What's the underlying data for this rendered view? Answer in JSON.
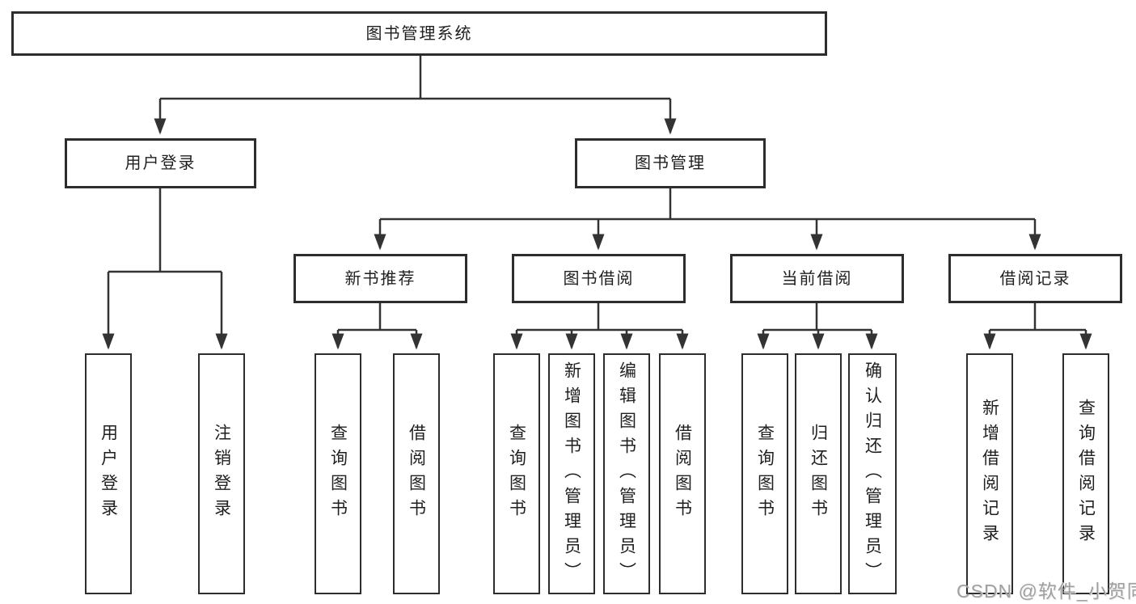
{
  "diagram": {
    "root": {
      "label": "图书管理系统"
    },
    "level2": [
      {
        "label": "用户登录"
      },
      {
        "label": "图书管理"
      }
    ],
    "level3": [
      {
        "label": "新书推荐"
      },
      {
        "label": "图书借阅"
      },
      {
        "label": "当前借阅"
      },
      {
        "label": "借阅记录"
      }
    ],
    "leaves": {
      "user_login": [
        {
          "label": "用户登录"
        },
        {
          "label": "注销登录"
        }
      ],
      "new_book_recommend": [
        {
          "label": "查询图书"
        },
        {
          "label": "借阅图书"
        }
      ],
      "book_borrow": [
        {
          "label": "查询图书"
        },
        {
          "label": "新增图书（管理员）"
        },
        {
          "label": "编辑图书（管理员）"
        },
        {
          "label": "借阅图书"
        }
      ],
      "current_borrow": [
        {
          "label": "查询图书"
        },
        {
          "label": "归还图书"
        },
        {
          "label": "确认归还（管理员）"
        }
      ],
      "borrow_records": [
        {
          "label": "新增借阅记录"
        },
        {
          "label": "查询借阅记录"
        }
      ]
    }
  },
  "watermark": {
    "text": "CSDN @软件_小贺同学"
  },
  "colors": {
    "line": "#333333",
    "border": "#2d2d2d",
    "text": "#1f1f1f",
    "watermark": "#a0a0a0",
    "background": "#ffffff"
  }
}
